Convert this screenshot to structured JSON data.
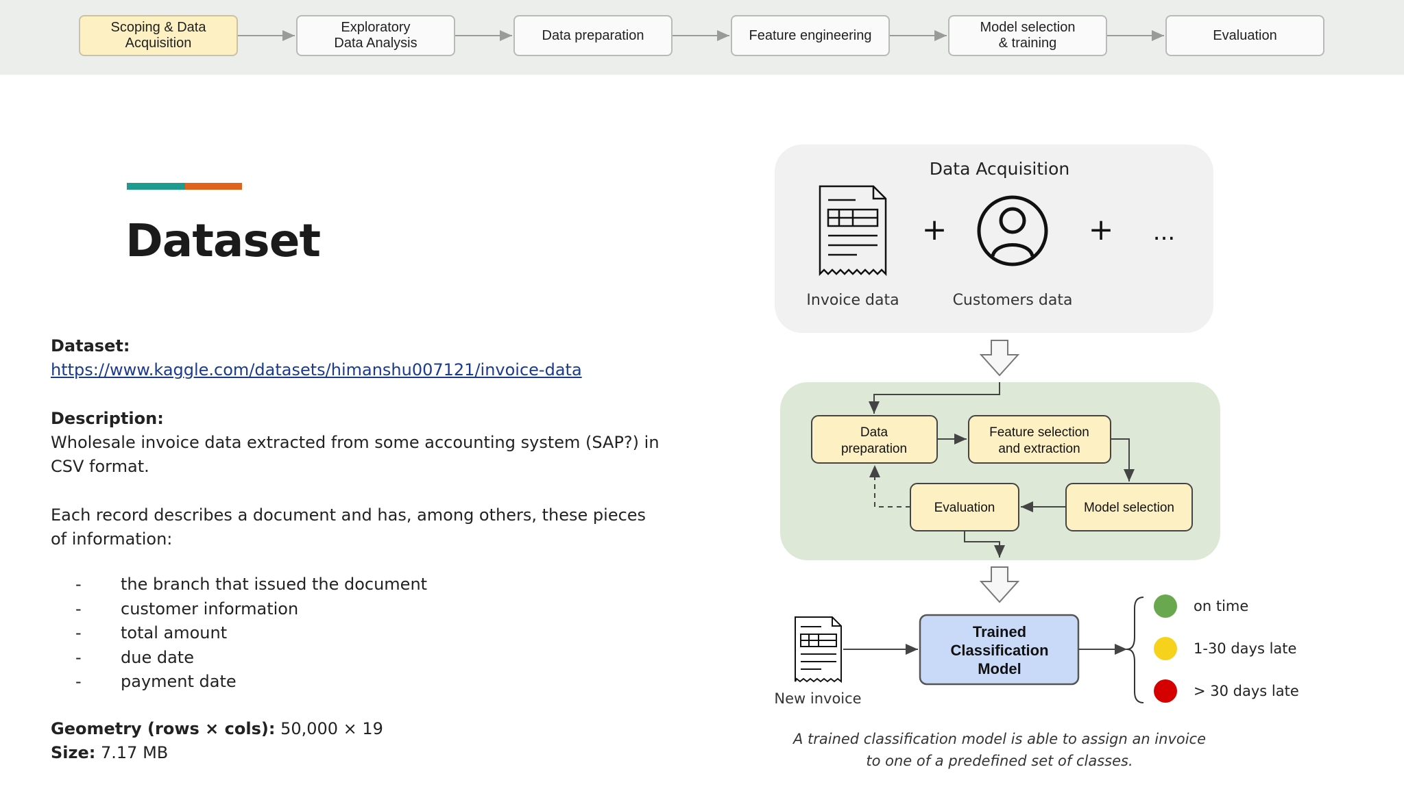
{
  "pipeline": [
    {
      "label": "Scoping & Data\nAcquisition",
      "active": true
    },
    {
      "label": "Exploratory\nData Analysis",
      "active": false
    },
    {
      "label": "Data preparation",
      "active": false
    },
    {
      "label": "Feature engineering",
      "active": false
    },
    {
      "label": "Model selection\n& training",
      "active": false
    },
    {
      "label": "Evaluation",
      "active": false
    }
  ],
  "colors": {
    "teal": "#1e9a8f",
    "orange": "#e0621b",
    "green_panel": "#dde9d6",
    "yellow_box": "#fdf1c3",
    "blue_box": "#c9d9f8"
  },
  "page": {
    "title": "Dataset"
  },
  "dataset": {
    "label": "Dataset:",
    "url": "https://www.kaggle.com/datasets/himanshu007121/invoice-data"
  },
  "description": {
    "label": "Description:",
    "line1": "Wholesale invoice data extracted from some accounting system (SAP?) in",
    "line2": "CSV format.",
    "line3": "Each record describes a document and has, among others, these pieces",
    "line4": "of information:"
  },
  "bullets": [
    "the branch that issued the document",
    "customer information",
    "total amount",
    "due date",
    "payment date"
  ],
  "bullet_dash": "-",
  "geometry": {
    "label": "Geometry (rows × cols):",
    "value": "50,000 × 19"
  },
  "size": {
    "label": "Size:",
    "value": "7.17 MB"
  },
  "acquisition": {
    "title": "Data Acquisition",
    "invoice_label": "Invoice data",
    "customers_label": "Customers data",
    "plus": "+",
    "ellipsis": "...",
    "invoice_icon": "invoice-document-icon",
    "customer_icon": "user-circle-icon"
  },
  "loop": {
    "data_prep": [
      "Data",
      "preparation"
    ],
    "feature_sel": [
      "Feature selection",
      "and extraction"
    ],
    "evaluation": "Evaluation",
    "model_sel": "Model selection"
  },
  "classifier": {
    "new_invoice": "New invoice",
    "model": [
      "Trained",
      "Classification",
      "Model"
    ],
    "classes": [
      {
        "label": "on time",
        "color": "#6aa84f"
      },
      {
        "label": "1-30 days late",
        "color": "#f6d21c"
      },
      {
        "label": "> 30 days late",
        "color": "#d50000"
      }
    ]
  },
  "caption": {
    "line1": "A trained classification model is able to assign an invoice",
    "line2": "to one of a predefined set of classes."
  }
}
